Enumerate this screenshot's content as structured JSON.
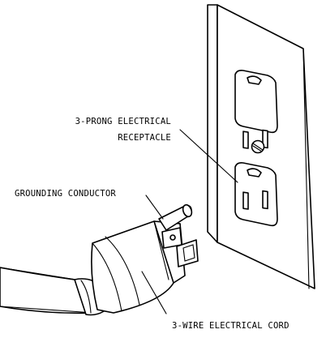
{
  "diagram": {
    "labels": {
      "receptacle_line1": "3-PRONG ELECTRICAL",
      "receptacle_line2": "RECEPTACLE",
      "grounding": "GROUNDING CONDUCTOR",
      "cord": "3-WIRE ELECTRICAL CORD"
    },
    "colors": {
      "ink": "#000000",
      "background": "#ffffff"
    },
    "icons": {
      "wall_plate": "outlet-plate-icon",
      "plug": "three-prong-plug-icon",
      "cord": "power-cord-icon"
    }
  }
}
